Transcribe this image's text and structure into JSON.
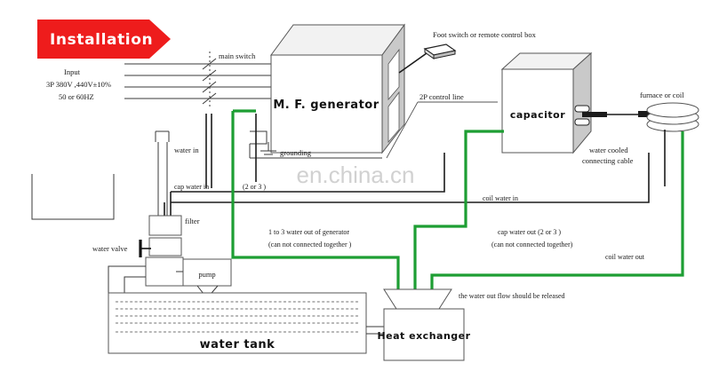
{
  "banner": {
    "title": "Installation",
    "color": "#ee1c1c"
  },
  "watermark": {
    "text": "en.china.cn"
  },
  "power_input": {
    "line1": "Input",
    "line2": "3P 380V ,440V±10%",
    "line3": "50 or 60HZ",
    "switch_label": "main switch"
  },
  "equipment": {
    "generator": "M. F. generator",
    "capacitor": "capacitor",
    "heat_exchanger": "Heat  exchanger",
    "water_tank": "water tank",
    "pump": "pump",
    "filter": "filter",
    "water_valve": "water valve"
  },
  "labels": {
    "foot_switch": "Foot switch or remote control box",
    "control_line": "2P control line",
    "grounding": "grounding",
    "furnace": "furnace or coil",
    "water_cooled_cable_1": "water cooled",
    "water_cooled_cable_2": "connecting cable",
    "water_in": "water in",
    "cap_water_in": "cap water in",
    "cap_water_in_qty": "(2 or 3 )",
    "coil_water_in": "coil water in",
    "gen_water_out_1": "1 to 3 water out of generator",
    "gen_water_out_2": "(can not connected together )",
    "cap_water_out_1": "cap water out (2 or 3 )",
    "cap_water_out_2": "(can not connected together)",
    "coil_water_out": "coil water out",
    "release_note": "the water out flow should be released"
  },
  "colors": {
    "green_pipe": "#1d9e33",
    "black_pipe": "#1b1b1b",
    "banner_red": "#ee1c1c",
    "panel_gray": "#c9c9c9"
  }
}
